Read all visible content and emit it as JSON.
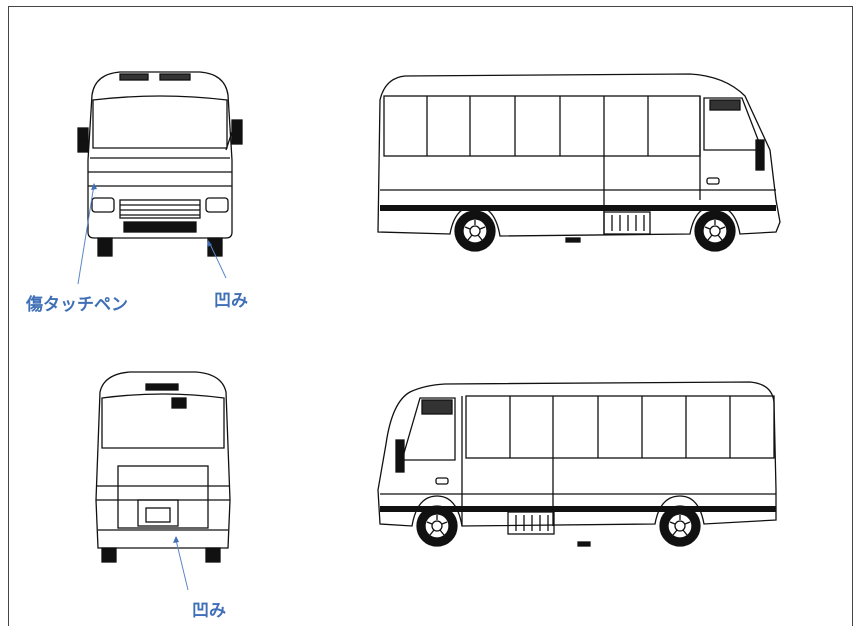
{
  "annotations": {
    "front_scratch": "傷タッチペン",
    "front_dent": "凹み",
    "rear_dent": "凹み"
  },
  "colors": {
    "annotation_text": "#3f6fb7",
    "annotation_line": "#5a87c8",
    "vehicle_outline": "#111111"
  },
  "views": [
    "front-view",
    "right-side-view",
    "rear-view",
    "left-side-view"
  ]
}
